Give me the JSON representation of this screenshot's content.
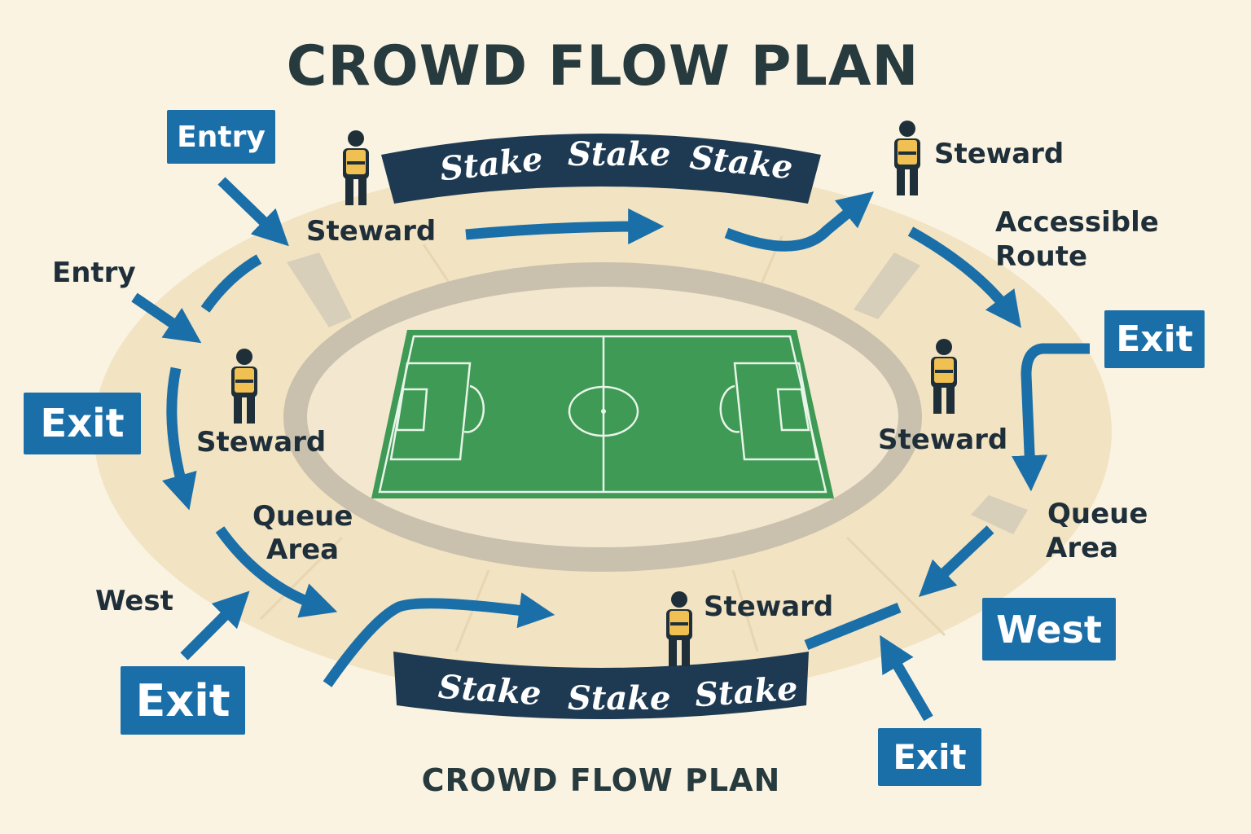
{
  "title": "CROWD FLOW PLAN",
  "footer_title": "CROWD FLOW PLAN",
  "colors": {
    "background": "#fbf3e2",
    "concourse": "#f2e3c2",
    "track": "#c9c1ad",
    "pitch": "#3e9a55",
    "arrow": "#1b6fa8",
    "sign": "#1b6fa8",
    "banner": "#1e3a52",
    "steward_vest": "#f0c052",
    "steward_body": "#1f2f3a"
  },
  "sponsor_banners": {
    "top": [
      "Stake",
      "Stake",
      "Stake"
    ],
    "bottom": [
      "Stake",
      "Stake",
      "Stake"
    ]
  },
  "signs": {
    "entry_top_left": "Entry",
    "exit_right": "Exit",
    "exit_left": "Exit",
    "exit_bottom_left": "Exit",
    "west_right": "West",
    "exit_bottom_right": "Exit"
  },
  "labels": {
    "entry_left": "Entry",
    "steward_top_left": "Steward",
    "steward_top_right": "Steward",
    "accessible_route_line1": "Accessible",
    "accessible_route_line2": "Route",
    "steward_left": "Steward",
    "steward_right": "Steward",
    "queue_area_left_line1": "Queue",
    "queue_area_left_line2": "Area",
    "queue_area_right_line1": "Queue",
    "queue_area_right_line2": "Area",
    "west_left": "West",
    "steward_bottom": "Steward"
  },
  "icons": {
    "steward": "steward-icon",
    "arrow": "flow-arrow-icon"
  }
}
